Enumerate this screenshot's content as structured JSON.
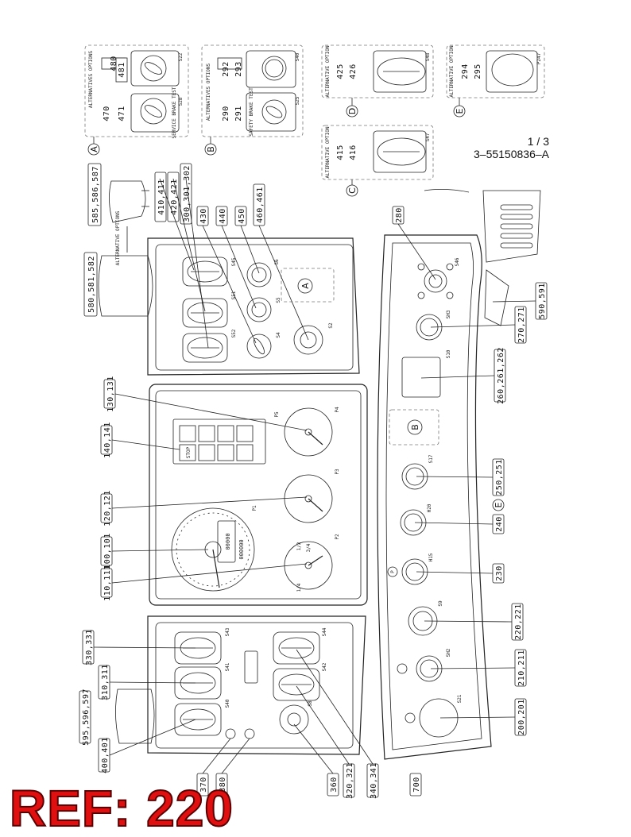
{
  "sheet": {
    "page": "1 / 3",
    "drawing_number": "3–55150836–A"
  },
  "ref_label": "REF: 220",
  "option_labels": {
    "alt_plural": "ALTERNATIVES OPTIONS",
    "alt_single": "ALTERNATIVE OPTION",
    "alt_options_small": "ALTERNATIVE OPTIONS"
  },
  "option_boxes": [
    {
      "letter": "A",
      "refs": [
        "480",
        "481",
        "470",
        "471"
      ],
      "switches": [
        "S22",
        "S28"
      ],
      "caption": "SERVICE BRAKE TEST"
    },
    {
      "letter": "B",
      "refs": [
        "292",
        "293",
        "290",
        "291"
      ],
      "switches": [
        "S40",
        "S25"
      ],
      "caption": "SAFETY BRAKE TEST"
    },
    {
      "letter": "D",
      "refs": [
        "425",
        "426"
      ],
      "switches": [
        "S48"
      ]
    },
    {
      "letter": "E",
      "refs": [
        "294",
        "295"
      ],
      "switches": [
        "P247"
      ]
    },
    {
      "letter": "C",
      "refs": [
        "415",
        "416"
      ],
      "switches": [
        "S47"
      ]
    }
  ],
  "callouts": {
    "c585": "585,586,587",
    "c580": "580,581,582",
    "c410": "410,411",
    "c420": "420,421",
    "c300": "300,301,302",
    "c430": "430",
    "c440": "440",
    "c450": "450",
    "c460": "460,461",
    "c280": "280",
    "c590": "590,591",
    "c270": "270,271",
    "c260": "260,261,262",
    "c250": "250,251",
    "c240": "240",
    "c230": "230",
    "c220": "220,221",
    "c210": "210,211",
    "c200": "200,201",
    "c130": "130,131",
    "c140": "140,141",
    "c120": "120,121",
    "c100": "100,101",
    "c110": "110,111",
    "c330": "330,331",
    "c310": "310,311",
    "c595": "595,596,597",
    "c400": "400,401",
    "c370": "370",
    "c380": "380",
    "c360": "360",
    "c320": "320,321",
    "c340": "340,341",
    "c700": "700"
  },
  "letters": {
    "A": "A",
    "B": "B",
    "C": "C",
    "D": "D",
    "E": "E"
  },
  "panel_labels": {
    "s45": "S45",
    "s51": "S51",
    "s52": "S52",
    "s4": "S4",
    "s5": "S5",
    "s6": "S6",
    "s2": "S2",
    "p1": "P1",
    "p2": "P2",
    "p3": "P3",
    "p4": "P4",
    "p5": "P5",
    "s43": "S43",
    "s41": "S41",
    "s40": "S40",
    "s44": "S44",
    "s42": "S42",
    "s8": "S8",
    "s46": "S46",
    "sh3": "SH3",
    "s10": "S10",
    "s17": "S17",
    "h20": "H20",
    "h15": "H15",
    "s9": "S9",
    "sh2": "SH2",
    "s21": "S21"
  },
  "odometer": {
    "top": "00000",
    "bottom": "000000"
  },
  "gauge_text": {
    "stop": "STOP",
    "p": "P",
    "o": "0",
    "g_1_2": "1/2",
    "g_3_4": "3/4",
    "g_1_4": "1/4"
  }
}
